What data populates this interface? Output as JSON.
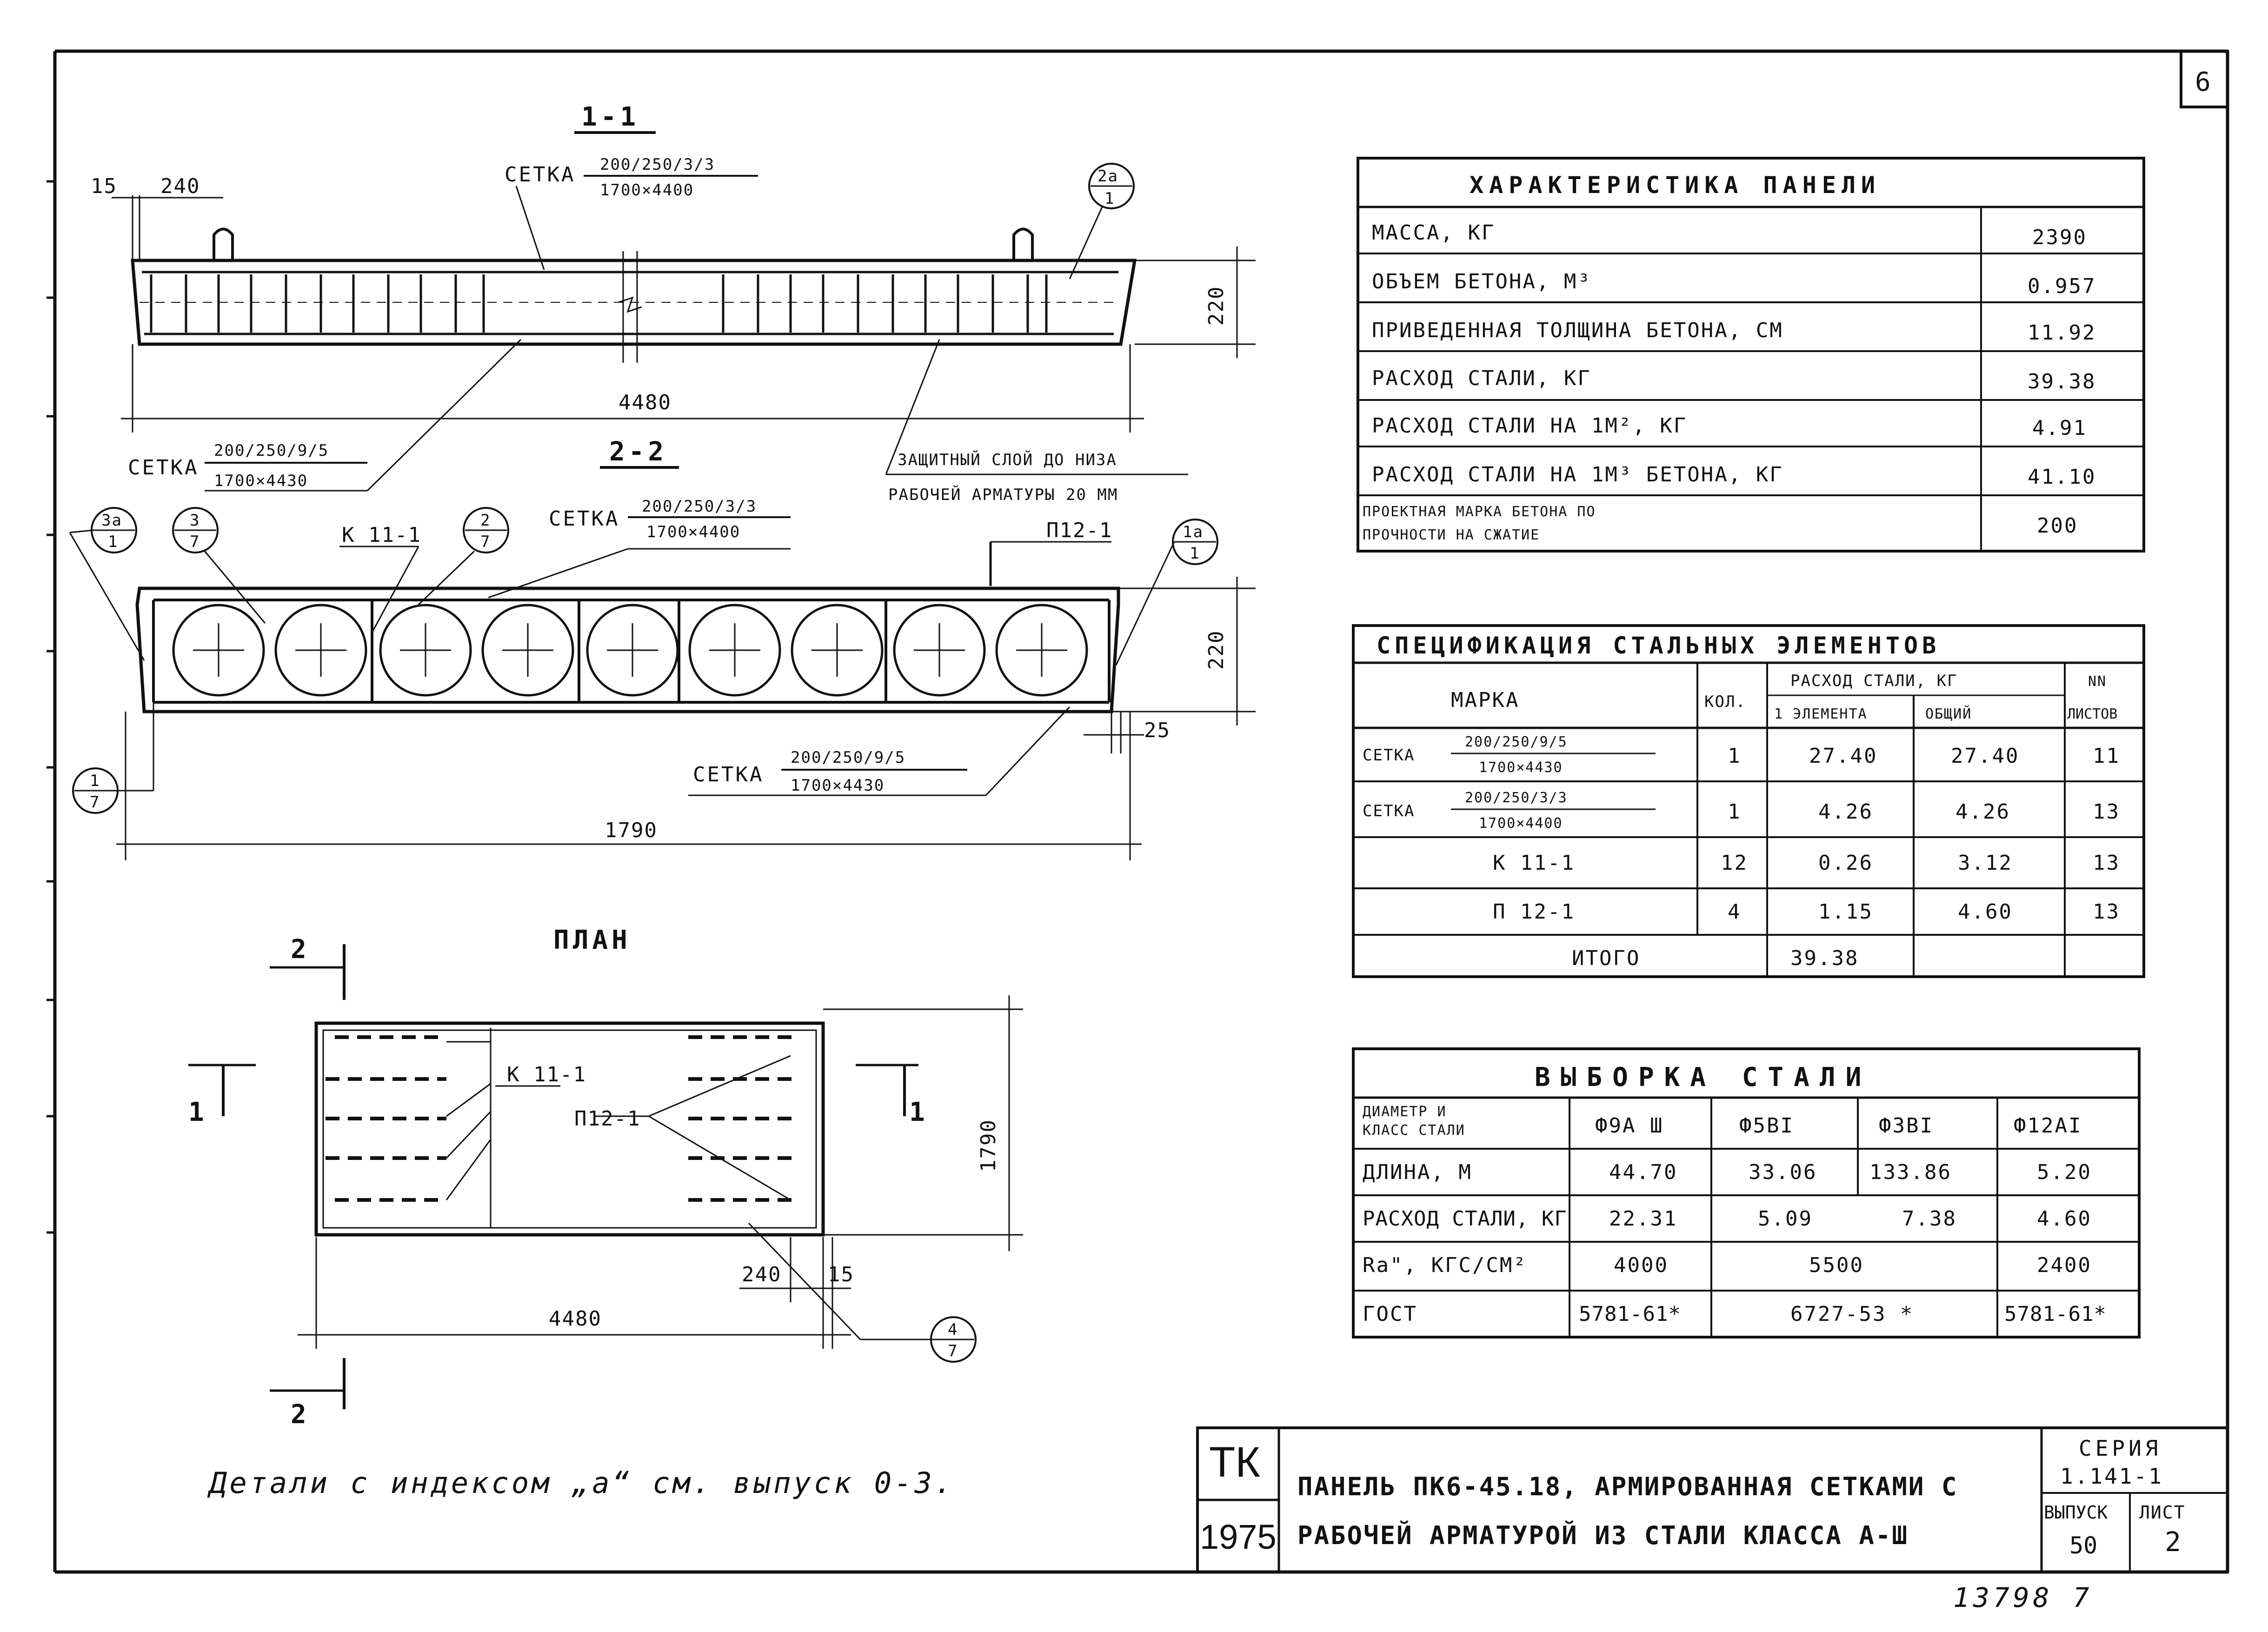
{
  "sheet_number": "6",
  "section_1_1": {
    "title": "1-1",
    "mesh_top_label": "СЕТКА",
    "mesh_top_num": "200/250/3/3",
    "mesh_top_den": "1700×4400",
    "mesh_bottom_label": "СЕТКА",
    "mesh_bottom_num": "200/250/9/5",
    "mesh_bottom_den": "1700×4430",
    "dim_15": "15",
    "dim_240": "240",
    "dim_220": "220",
    "dim_4480": "4480",
    "callout_2a_top": "2а",
    "callout_2a_bottom": "1",
    "protective_layer_1": "ЗАЩИТНЫЙ СЛОЙ ДО НИЗА",
    "protective_layer_2": "РАБОЧЕЙ АРМАТУРЫ 20 ММ"
  },
  "section_2_2": {
    "title": "2-2",
    "mesh_top_label": "СЕТКА",
    "mesh_top_num": "200/250/3/3",
    "mesh_top_den": "1700×4400",
    "mesh_bottom_label": "СЕТКА",
    "mesh_bottom_num": "200/250/9/5",
    "mesh_bottom_den": "1700×4430",
    "label_k11": "К 11-1",
    "label_p12": "П12-1",
    "callout_3a_top": "3а",
    "callout_3a_bottom": "1",
    "callout_3_top": "3",
    "callout_3_bottom": "7",
    "callout_2_top": "2",
    "callout_2_bottom": "7",
    "callout_1a_top": "1а",
    "callout_1a_bottom": "1",
    "callout_1_top": "1",
    "callout_1_bottom": "7",
    "dim_220": "220",
    "dim_25": "25",
    "dim_1790": "1790"
  },
  "plan": {
    "title": "ПЛАН",
    "section_mark_2_top": "2",
    "section_mark_2_bottom": "2",
    "section_mark_1_left": "1",
    "section_mark_1_right": "1",
    "label_k11": "К 11-1",
    "label_p12": "П12-1",
    "dim_1790": "1790",
    "dim_4480": "4480",
    "dim_240": "240",
    "dim_15": "15",
    "callout_4_top": "4",
    "callout_4_bottom": "7"
  },
  "note": "Детали с индексом „а“ см. выпуск 0-3.",
  "characteristics": {
    "title": "ХАРАКТЕРИСТИКА ПАНЕЛИ",
    "rows": [
      {
        "label": "МАССА, КГ",
        "value": "2390"
      },
      {
        "label": "ОБЪЕМ БЕТОНА, М³",
        "value": "0.957"
      },
      {
        "label": "ПРИВЕДЕННАЯ ТОЛЩИНА БЕТОНА, СМ",
        "value": "11.92"
      },
      {
        "label": "РАСХОД СТАЛИ, КГ",
        "value": "39.38"
      },
      {
        "label": "РАСХОД СТАЛИ НА 1М², КГ",
        "value": "4.91"
      },
      {
        "label": "РАСХОД СТАЛИ НА 1М³ БЕТОНА, КГ",
        "value": "41.10"
      },
      {
        "label": "ПРОЕКТНАЯ МАРКА БЕТОНА ПО",
        "label2": "ПРОЧНОСТИ НА СЖАТИЕ",
        "value": "200"
      }
    ]
  },
  "specification": {
    "title": "СПЕЦИФИКАЦИЯ СТАЛЬНЫХ ЭЛЕМЕНТОВ",
    "headers": {
      "mark": "МАРКА",
      "qty": "КОЛ.",
      "steel": "РАСХОД СТАЛИ, КГ",
      "one": "1 ЭЛЕМЕНТА",
      "total": "ОБЩИЙ",
      "sheets1": "NN",
      "sheets2": "ЛИСТОВ"
    },
    "rows": [
      {
        "mark": "СЕТКА",
        "num": "200/250/9/5",
        "den": "1700×4430",
        "qty": "1",
        "one": "27.40",
        "total": "27.40",
        "sheet": "11"
      },
      {
        "mark": "СЕТКА",
        "num": "200/250/3/3",
        "den": "1700×4400",
        "qty": "1",
        "one": "4.26",
        "total": "4.26",
        "sheet": "13"
      },
      {
        "mark": "К 11-1",
        "num": "",
        "den": "",
        "qty": "12",
        "one": "0.26",
        "total": "3.12",
        "sheet": "13"
      },
      {
        "mark": "П 12-1",
        "num": "",
        "den": "",
        "qty": "4",
        "one": "1.15",
        "total": "4.60",
        "sheet": "13"
      }
    ],
    "total_label": "ИТОГО",
    "total_value": "39.38"
  },
  "steel_selection": {
    "title": "ВЫБОРКА СТАЛИ",
    "header_label1": "ДИАМЕТР И",
    "header_label2": "КЛАСС СТАЛИ",
    "columns": [
      "Ф9А Ш",
      "Ф5ВI",
      "Ф3ВI",
      "Ф12АI"
    ],
    "length_label": "ДЛИНА, М",
    "length": [
      "44.70",
      "33.06",
      "133.86",
      "5.20"
    ],
    "consumption_label": "РАСХОД СТАЛИ, КГ",
    "consumption": [
      "22.31",
      "5.09",
      "7.38",
      "4.60"
    ],
    "ra_label": "Ra\", КГС/СМ²",
    "ra_a3": "4000",
    "ra_b1": "5500",
    "ra_a1": "2400",
    "gost_label": "ГОСТ",
    "gost_a3": "5781-61*",
    "gost_b1": "6727-53 *",
    "gost_a1": "5781-61*"
  },
  "title_block": {
    "org": "ТК",
    "year": "1975",
    "title_line1": "ПАНЕЛЬ ПК6-45.18, АРМИРОВАННАЯ СЕТКАМИ С",
    "title_line2": "РАБОЧЕЙ АРМАТУРОЙ ИЗ СТАЛИ КЛАССА А-Ш",
    "series_label": "СЕРИЯ",
    "series_value": "1.141-1",
    "issue_label": "ВЫПУСК",
    "issue_value": "50",
    "sheet_label": "ЛИСТ",
    "sheet_value": "2"
  },
  "footer_number": "13798 7"
}
